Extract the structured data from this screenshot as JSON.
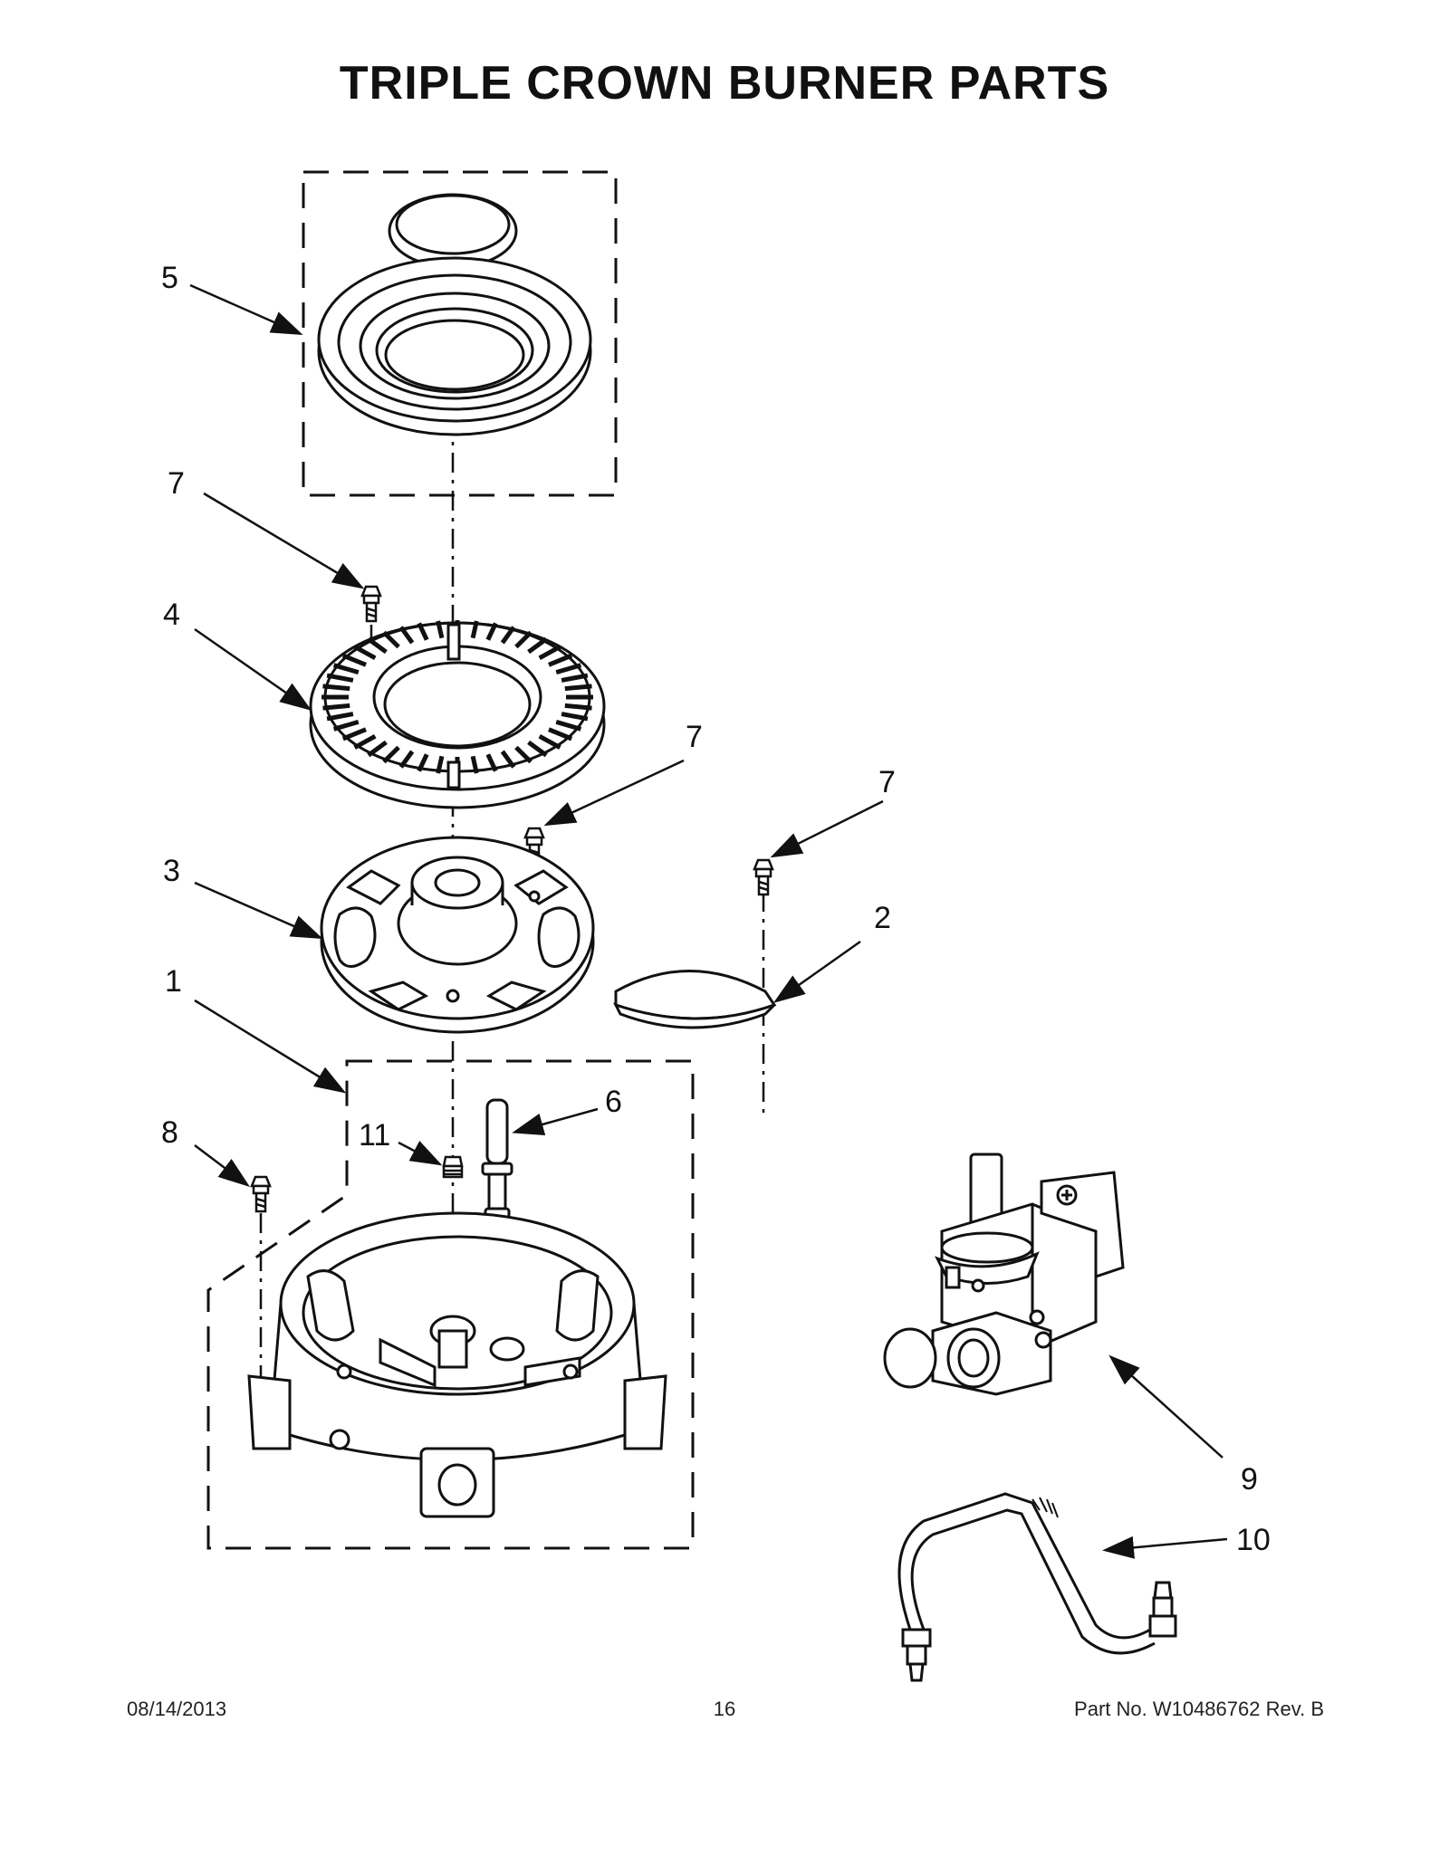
{
  "title": "TRIPLE CROWN BURNER PARTS",
  "footer": {
    "date": "08/14/2013",
    "page": "16",
    "part_number": "Part No.  W10486762  Rev.  B"
  },
  "callouts": {
    "c5": "5",
    "c7a": "7",
    "c4": "4",
    "c7b": "7",
    "c7c": "7",
    "c3": "3",
    "c2": "2",
    "c1": "1",
    "c6": "6",
    "c8": "8",
    "c11": "11",
    "c9": "9",
    "c10": "10"
  }
}
